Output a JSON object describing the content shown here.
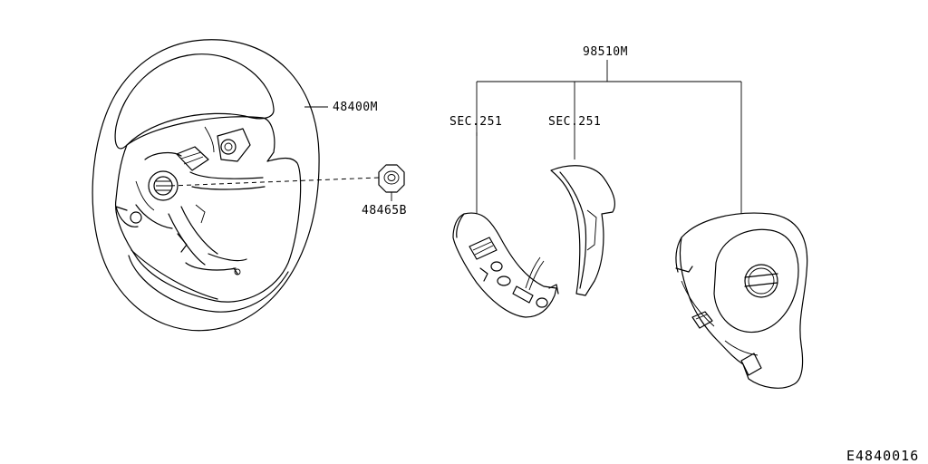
{
  "labels": {
    "steering_wheel": "48400M",
    "nut": "48465B",
    "assembly": "98510M",
    "section_left": "SEC.251",
    "section_right": "SEC.251",
    "diagram_code": "E4840016"
  },
  "colors": {
    "line": "#000000",
    "background": "#ffffff"
  }
}
